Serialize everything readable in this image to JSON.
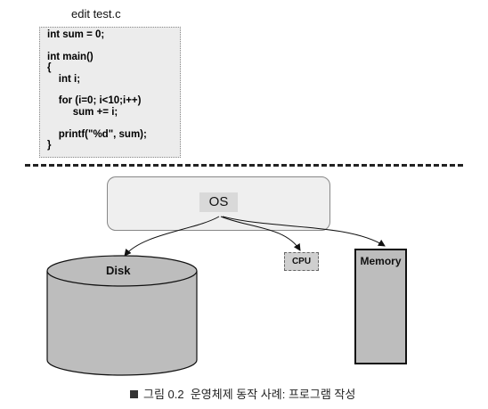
{
  "editor": {
    "title": "edit test.c",
    "code": "int sum = 0;\n\nint main()\n{\n    int i;\n\n    for (i=0; i<10;i++)\n         sum += i;\n\n    printf(\"%d\", sum);\n}"
  },
  "diagram": {
    "os_label": "OS",
    "disk_label": "Disk",
    "cpu_label": "CPU",
    "memory_label": "Memory"
  },
  "caption": {
    "text": "그림 0.2  운영체제 동작 사례: 프로그램 작성"
  }
}
